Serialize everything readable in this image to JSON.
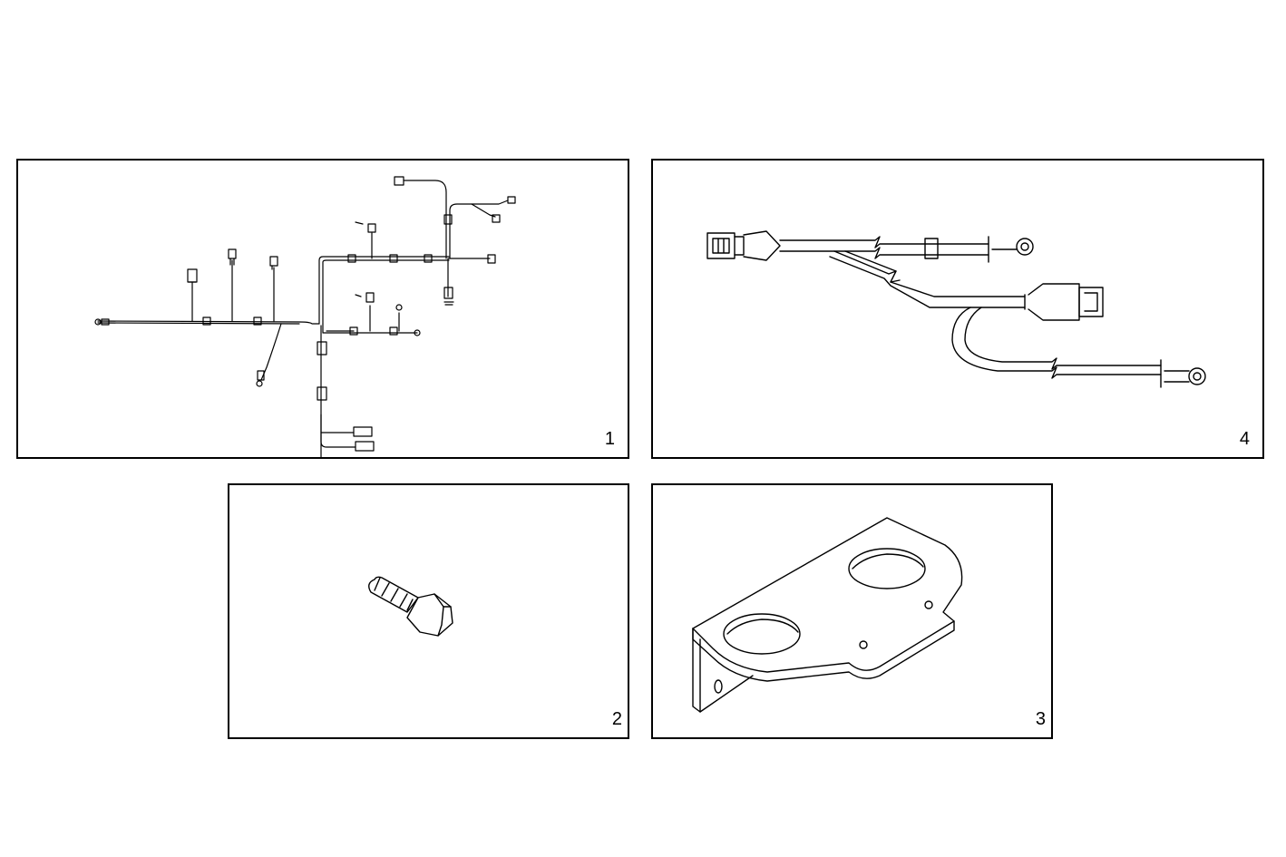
{
  "panels": [
    {
      "number": "1",
      "part": "wiring-harness"
    },
    {
      "number": "4",
      "part": "cable-harness"
    },
    {
      "number": "2",
      "part": "hex-bolt"
    },
    {
      "number": "3",
      "part": "mounting-bracket"
    }
  ],
  "colors": {
    "line": "#000000",
    "background": "#ffffff"
  }
}
